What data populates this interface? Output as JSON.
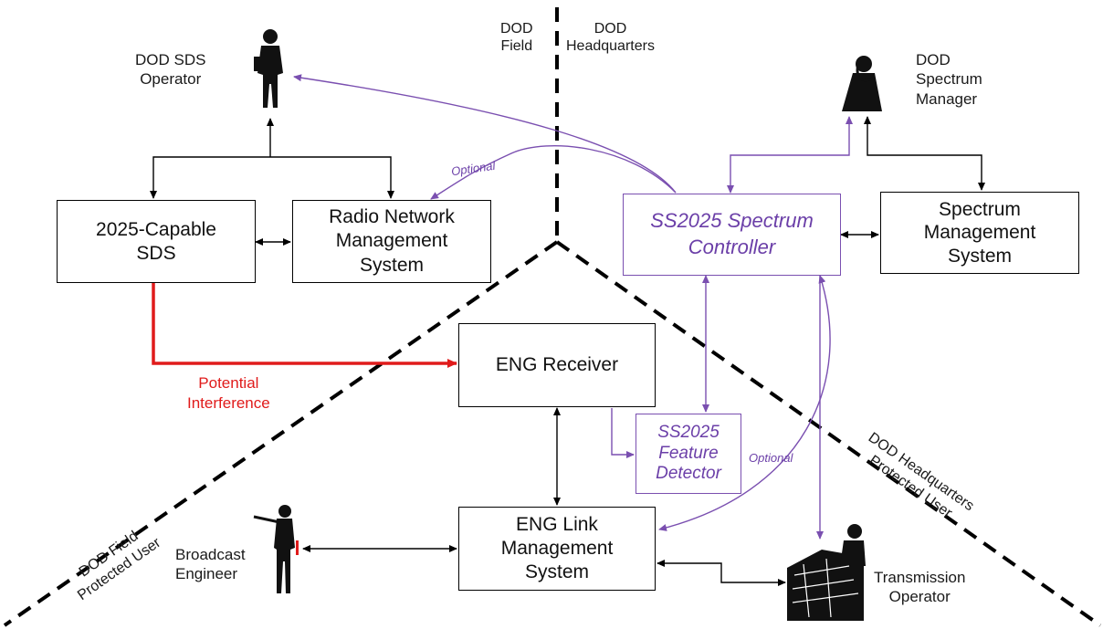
{
  "regions": {
    "dod_field": "DOD\nField",
    "dod_headquarters": "DOD\nHeadquarters",
    "dod_field_protected_user": "DOD Field\nProtected User",
    "dod_hq_protected_user": "DOD Headquarters\nProtected User"
  },
  "actors": {
    "sds_operator": "DOD SDS\nOperator",
    "spectrum_manager": "DOD\nSpectrum\nManager",
    "broadcast_engineer": "Broadcast\nEngineer",
    "transmission_operator": "Transmission\nOperator"
  },
  "boxes": {
    "sds": "2025-Capable\nSDS",
    "rnms": "Radio Network\nManagement\nSystem",
    "controller": "SS2025 Spectrum\nController",
    "sms": "Spectrum\nManagement\nSystem",
    "eng_receiver": "ENG Receiver",
    "feature_detector": "SS2025\nFeature\nDetector",
    "eng_link": "ENG Link\nManagement\nSystem"
  },
  "edge_labels": {
    "optional_top": "Optional",
    "optional_right": "Optional",
    "potential_interference": "Potential\nInterference"
  },
  "colors": {
    "purple": "#7a4fb0",
    "red": "#e01b1b",
    "black": "#000000"
  }
}
